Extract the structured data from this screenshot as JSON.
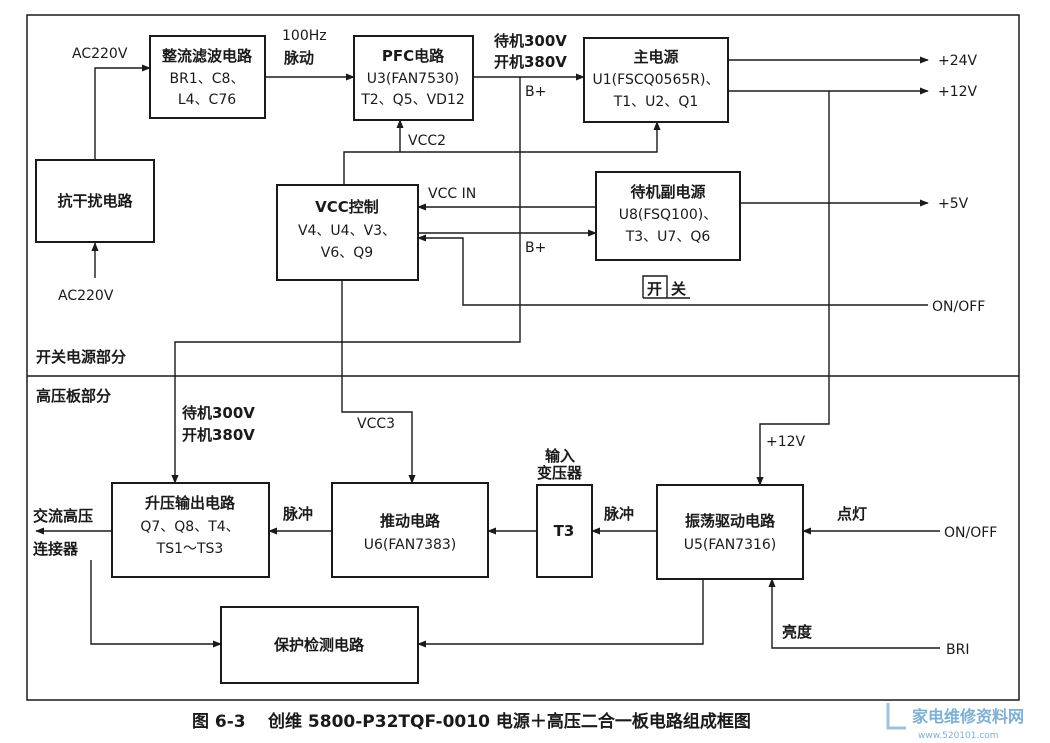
{
  "sections": {
    "switching_psu": "开关电源部分",
    "hv_board": "高压板部分"
  },
  "blocks": {
    "emi": {
      "title": "抗干扰电路",
      "lines": []
    },
    "rectifier": {
      "title": "整流滤波电路",
      "lines": [
        "BR1、C8、",
        "L4、C76"
      ]
    },
    "pfc": {
      "title": "PFC电路",
      "lines": [
        "U3(FAN7530)",
        "T2、Q5、VD12"
      ]
    },
    "main_psu": {
      "title": "主电源",
      "lines": [
        "U1(FSCQ0565R)、",
        "T1、U2、Q1"
      ]
    },
    "vcc_ctrl": {
      "title": "VCC控制",
      "lines": [
        "V4、U4、V3、",
        "V6、Q9"
      ]
    },
    "standby_psu": {
      "title": "待机副电源",
      "lines": [
        "U8(FSQ100)、",
        "T3、U7、Q6"
      ]
    },
    "boost_out": {
      "title": "升压输出电路",
      "lines": [
        "Q7、Q8、T4、",
        "TS1～TS3"
      ]
    },
    "driver": {
      "title": "推动电路",
      "lines": [
        "U6(FAN7383)"
      ]
    },
    "transformer": {
      "title": "T3",
      "lines": []
    },
    "oscillator": {
      "title": "振荡驱动电路",
      "lines": [
        "U5(FAN7316)"
      ]
    },
    "protection": {
      "title": "保护检测电路",
      "lines": []
    }
  },
  "labels": {
    "ac_in_top": "AC220V",
    "ac_in_bottom": "AC220V",
    "pulse_100hz_1": "100Hz",
    "pulse_100hz_2": "脉动",
    "standby_300v": "待机300V",
    "on_380v": "开机380V",
    "bplus_1": "B+",
    "bplus_2": "B+",
    "vcc2": "VCC2",
    "vcc_in": "VCC IN",
    "out_24v": "+24V",
    "out_12v": "+12V",
    "out_5v": "+5V",
    "switch_1": "开",
    "switch_2": "关",
    "on_off_1": "ON/OFF",
    "hv_standby_300v": "待机300V",
    "hv_on_380v": "开机380V",
    "vcc3": "VCC3",
    "in_transformer_1": "输入",
    "in_transformer_2": "变压器",
    "plus12v_hv": "+12V",
    "ac_hv_connector_1": "交流高压",
    "ac_hv_connector_2": "连接器",
    "pulse_1": "脉冲",
    "pulse_2": "脉冲",
    "light_on": "点灯",
    "on_off_2": "ON/OFF",
    "brightness": "亮度",
    "bri": "BRI"
  },
  "caption": {
    "number": "图 6-3",
    "text": "创维 5800-P32TQF-0010 电源＋高压二合一板电路组成框图"
  },
  "watermark": {
    "site": "家电维修资料网",
    "url": "www.520101.com"
  }
}
